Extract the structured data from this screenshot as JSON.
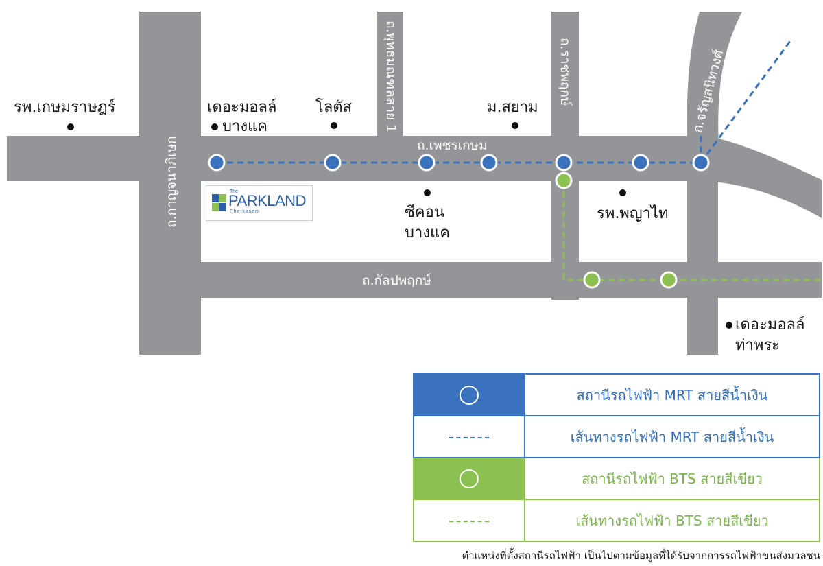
{
  "roads": {
    "phetkasem": "ถ.เพชรเกษม",
    "kanlapaphruek": "ถ.กัลปพฤกษ์",
    "kanchanaphisek": "ถ.กาญจนาภิเษก",
    "phutthamonthon_sai_1": "ถ.พุทธมณฑลสาย 1",
    "ratchaphruek": "ถ.ราชพฤกษ์",
    "charansanitwong": "ถ.จรัญสนิทวงศ์"
  },
  "places": {
    "kasemrad_hospital": "รพ.เกษมราษฎร์",
    "the_mall_bangkhae_line1": "เดอะมอลล์",
    "the_mall_bangkhae_line2": "บางแค",
    "lotus": "โลตัส",
    "siam_university": "ม.สยาม",
    "seacon_line1": "ซีคอน",
    "seacon_line2": "บางแค",
    "phyathai_hospital": "รพ.พญาไท",
    "the_mall_thapra_line1": "เดอะมอลล์",
    "the_mall_thapra_line2": "ท่าพระ"
  },
  "logo": {
    "small": "The",
    "name": "PARKLAND",
    "sub": "Phetkasem"
  },
  "colors": {
    "road": "#939598",
    "mrt_blue": "#3a72be",
    "bts_green": "#8cc152",
    "legend_mrt_text": "#2f6dbf",
    "legend_bts_text": "#7ab648"
  },
  "legend": [
    {
      "symbol": "circle",
      "line": "mrt",
      "label": "สถานีรถไฟฟ้า MRT สายสีน้ำเงิน"
    },
    {
      "symbol": "dashed-line",
      "line": "mrt",
      "label": "เส้นทางรถไฟฟ้า MRT สายสีน้ำเงิน"
    },
    {
      "symbol": "circle",
      "line": "bts",
      "label": "สถานีรถไฟฟ้า BTS สายสีเขียว"
    },
    {
      "symbol": "dashed-line",
      "line": "bts",
      "label": "เส้นทางรถไฟฟ้า BTS สายสีเขียว"
    }
  ],
  "footnote": "ตำแหน่งที่ตั้งสถานีรถไฟฟ้า เป็นไปตามข้อมูลที่ได้รับจากการรถไฟฟ้าขนส่งมวลชน"
}
